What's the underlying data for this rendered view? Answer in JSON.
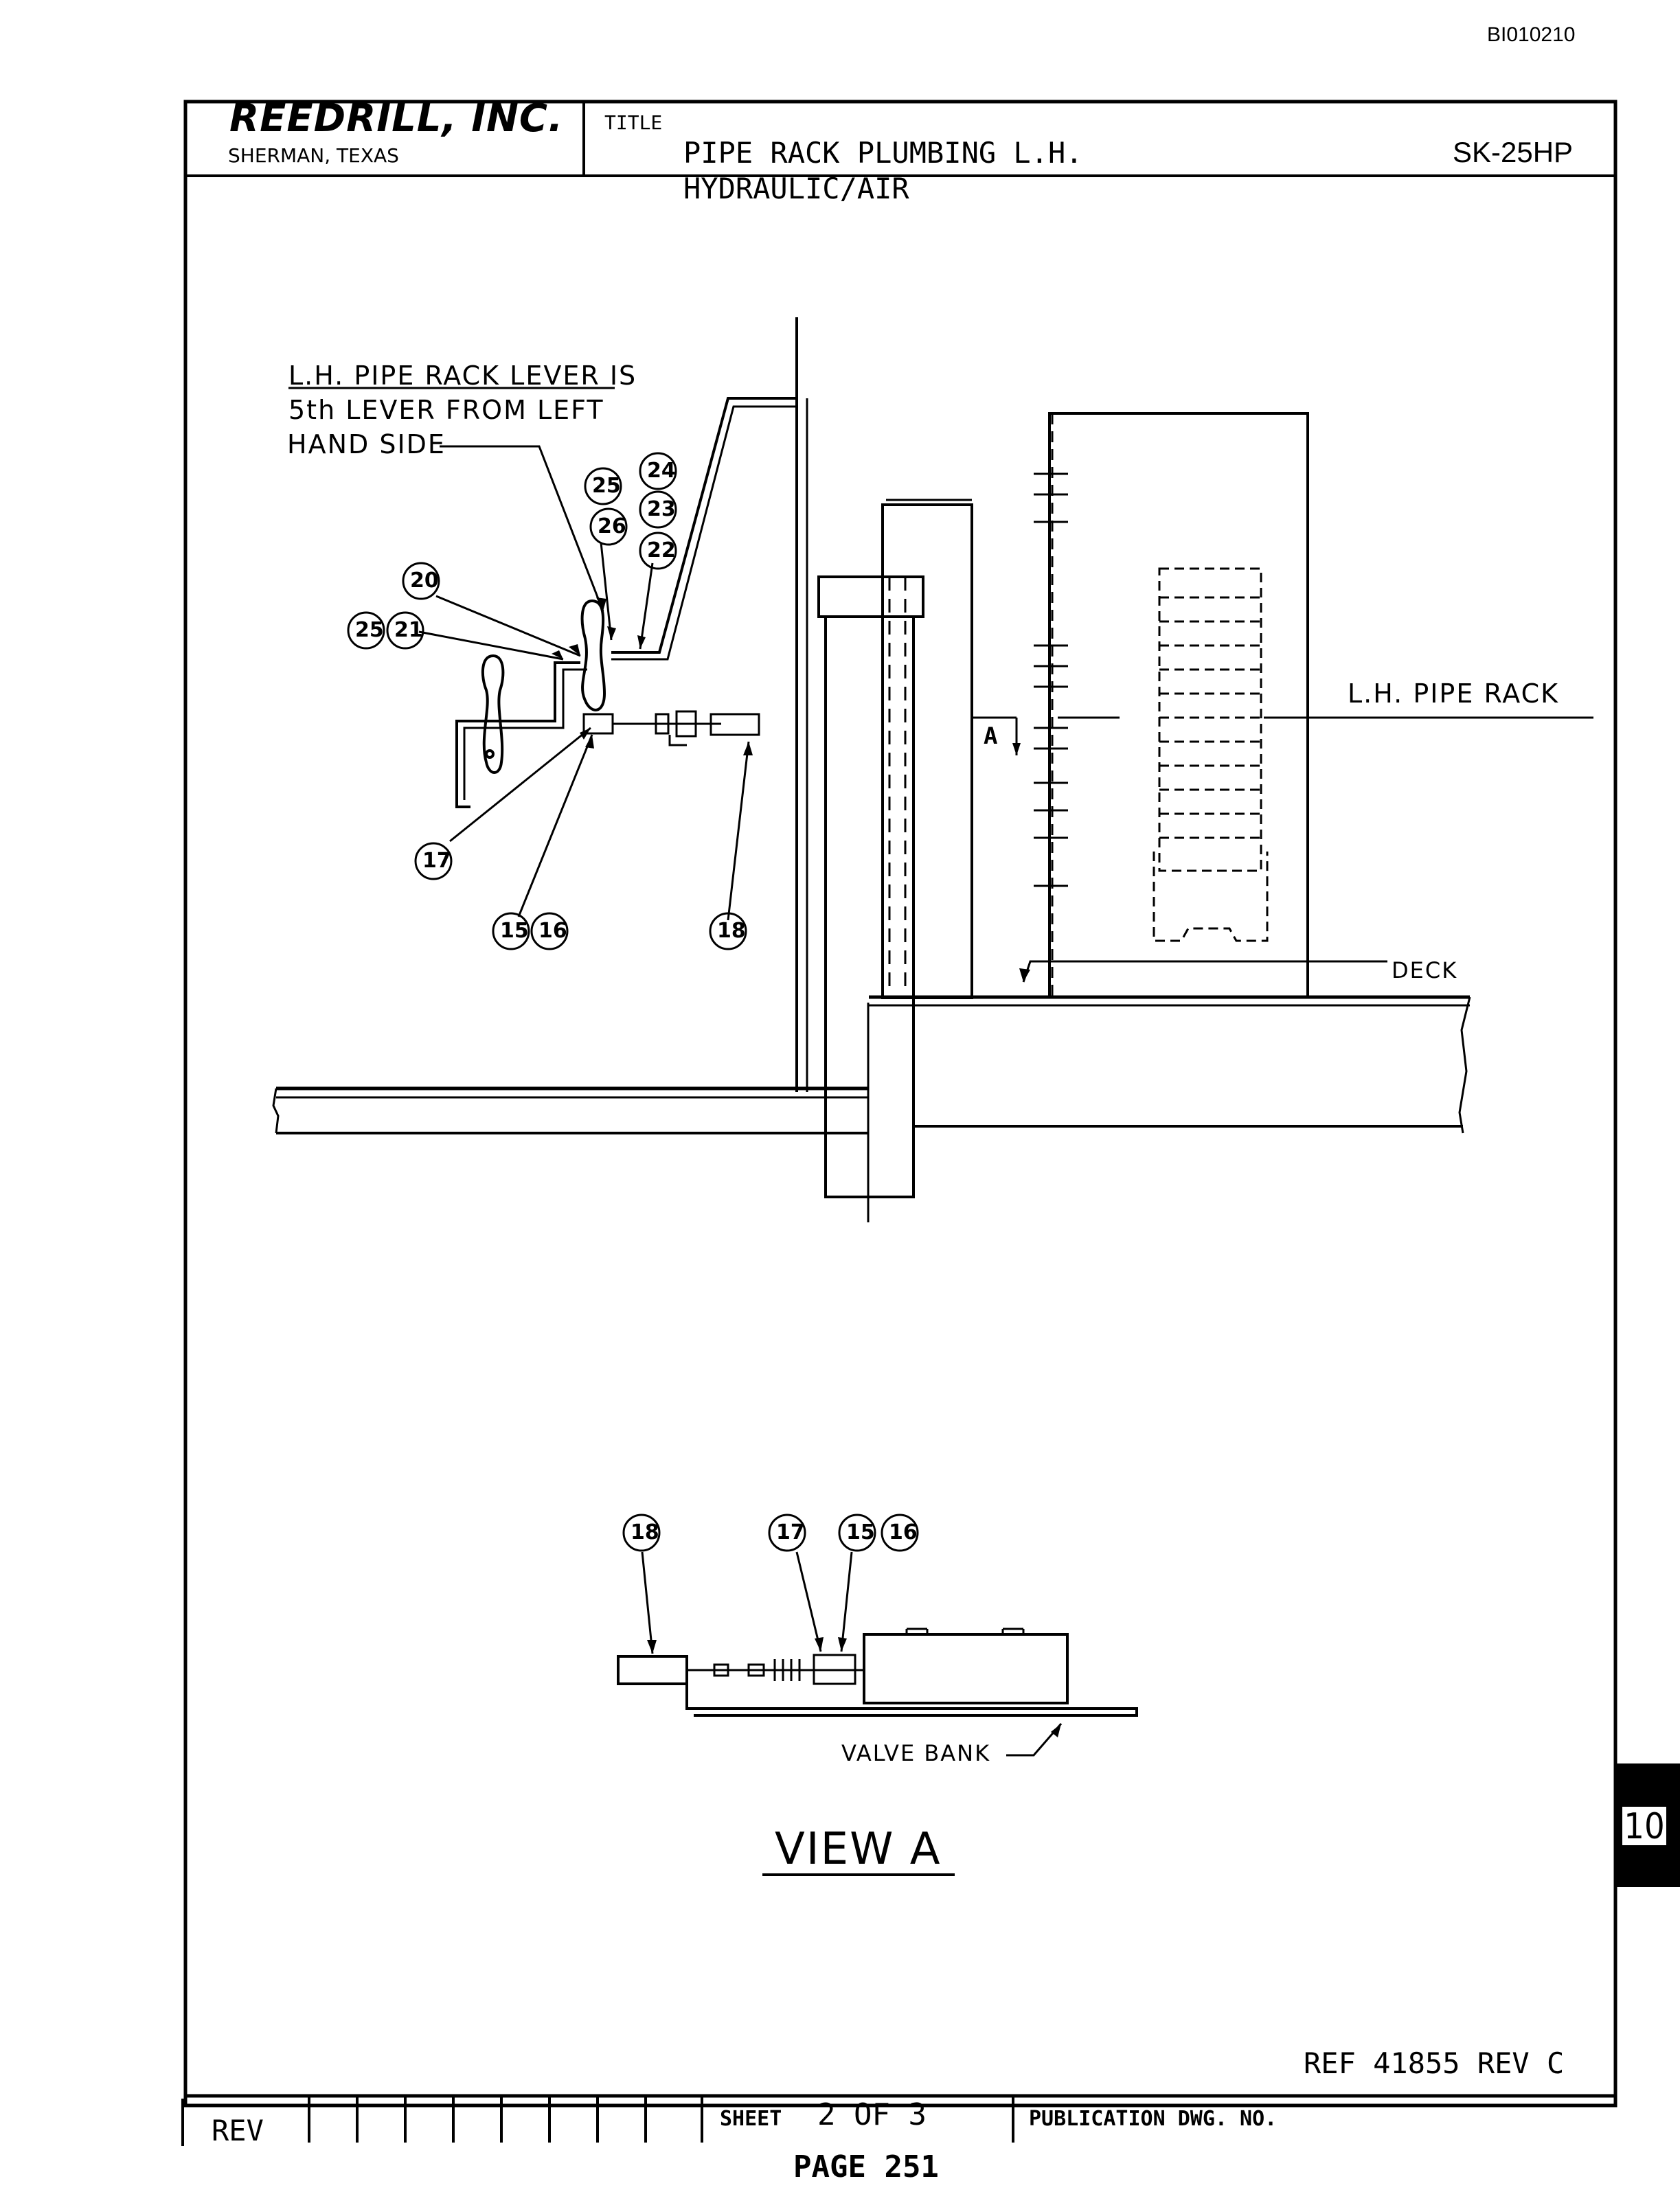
{
  "document_id": "BI010210",
  "title_block": {
    "company": "REEDRILL, INC.",
    "location": "SHERMAN, TEXAS",
    "title_label": "TITLE",
    "title_line1": "PIPE RACK PLUMBING L.H.",
    "title_line2": "HYDRAULIC/AIR",
    "drawing_code": "SK-25HP"
  },
  "notes": {
    "lever_line1": "L.H. PIPE RACK  LEVER IS",
    "lever_line2": "5th  LEVER FROM LEFT",
    "lever_line3": "HAND  SIDE",
    "pipe_rack": "L.H. PIPE RACK",
    "deck": "DECK",
    "section_marker": "A",
    "valve_bank": "VALVE  BANK",
    "view": "VIEW  A"
  },
  "callouts": {
    "c24": "24",
    "c25": "25",
    "c23": "23",
    "c26": "26",
    "c22": "22",
    "c20": "20",
    "c25b": "25",
    "c21": "21",
    "c17": "17",
    "c15": "15",
    "c16": "16",
    "c18": "18",
    "v18": "18",
    "v17": "17",
    "v15": "15",
    "v16": "16"
  },
  "footer": {
    "reference": "REF 41855  REV C",
    "rev_label": "REV",
    "sheet_label": "SHEET",
    "sheet_value": "2 OF 3",
    "publication_label": "PUBLICATION DWG. NO.",
    "page": "PAGE 251"
  },
  "section_tab": "10"
}
